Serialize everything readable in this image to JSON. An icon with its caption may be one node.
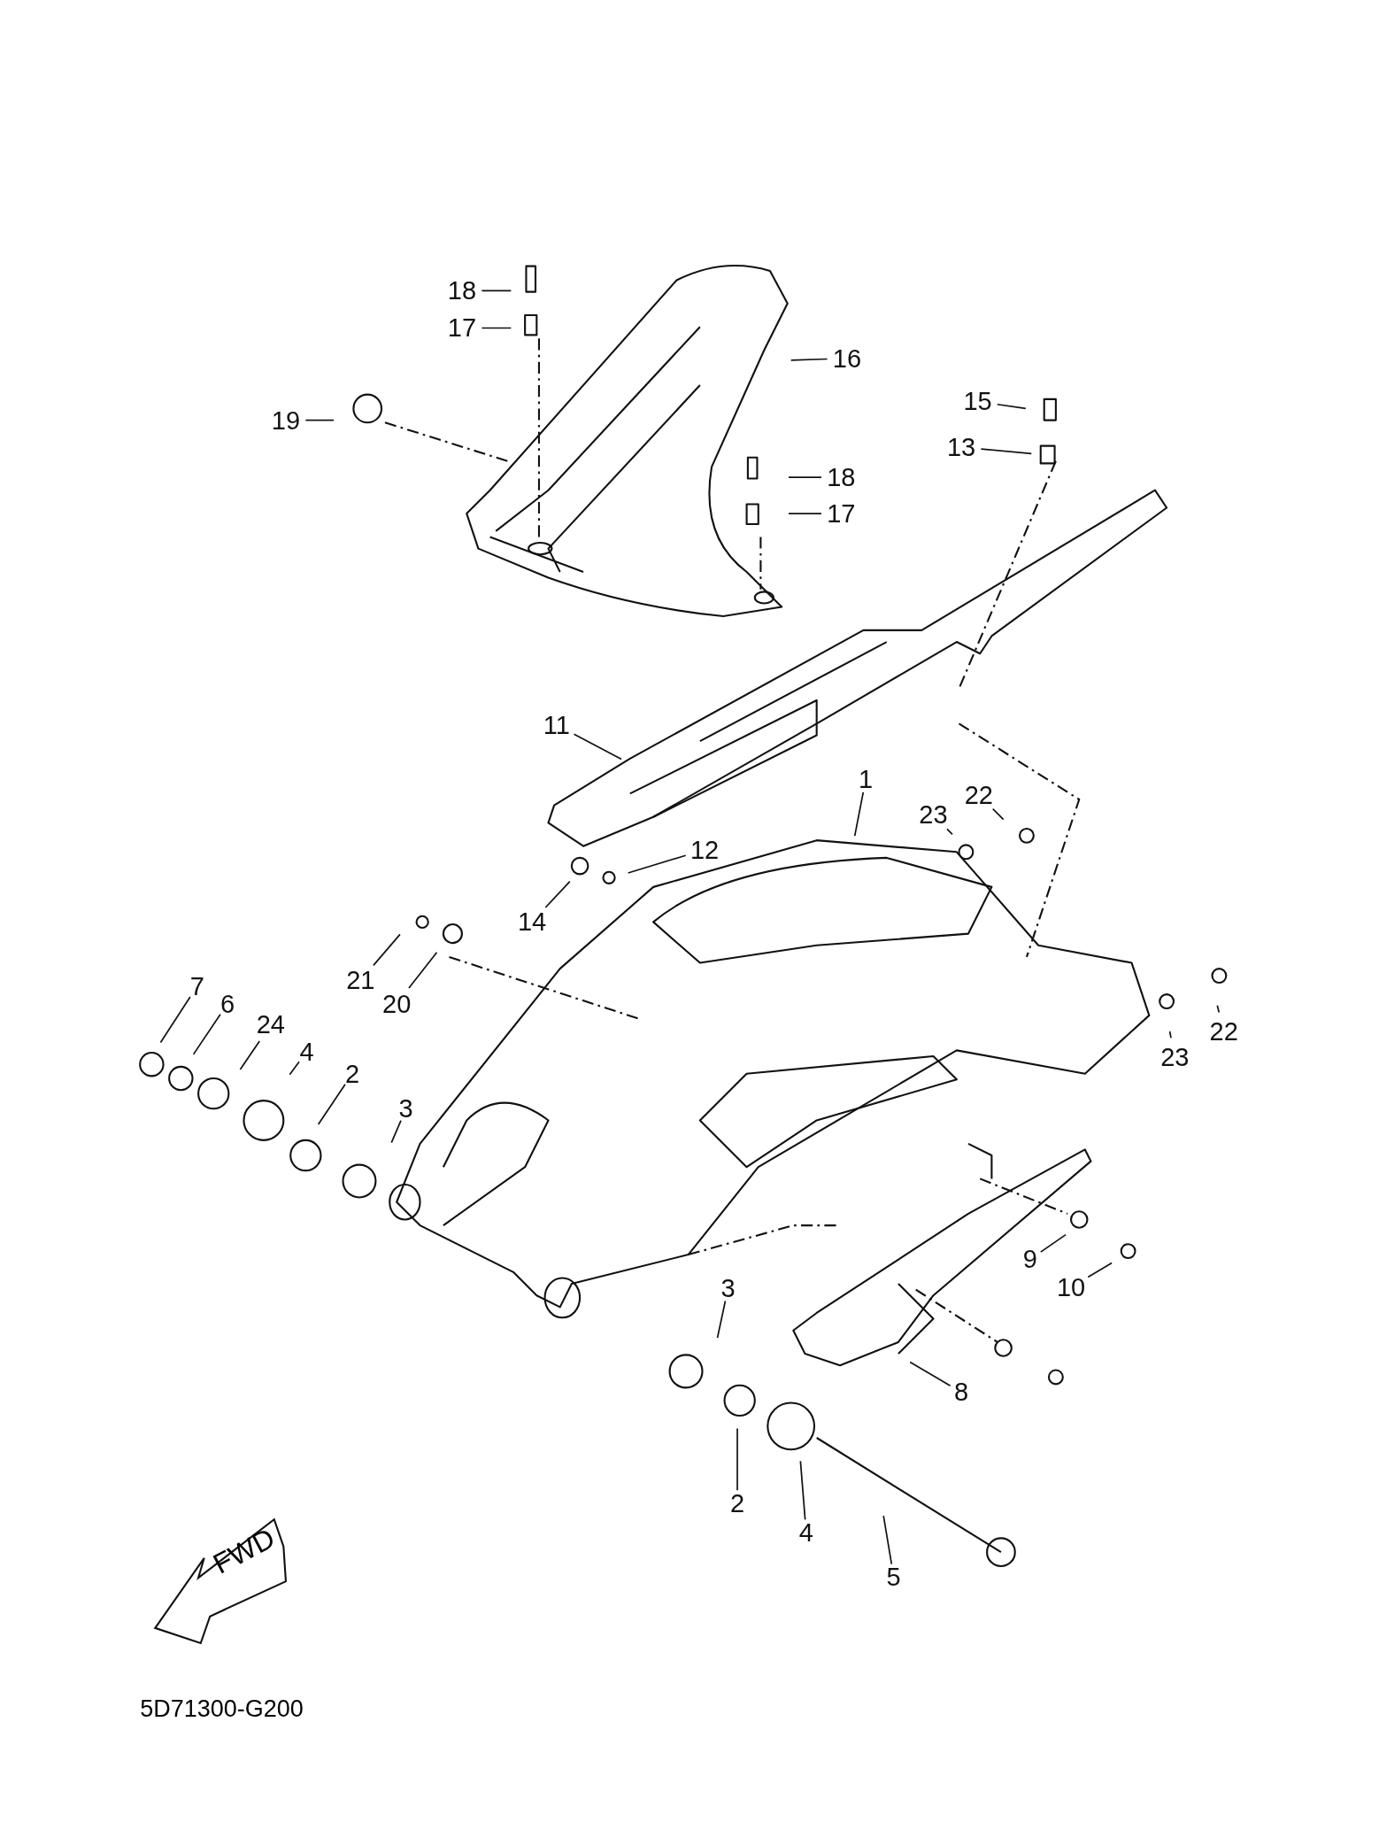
{
  "diagram": {
    "nodes": [
      {
        "text": [
          "18"
        ]
      },
      {
        "text": [
          "17"
        ]
      },
      {
        "text": [
          "16"
        ]
      },
      {
        "text": [
          "19"
        ]
      },
      {
        "text": [
          "15"
        ]
      },
      {
        "text": [
          "13"
        ]
      },
      {
        "text": [
          "18"
        ]
      },
      {
        "text": [
          "17"
        ]
      },
      {
        "text": [
          "11"
        ]
      },
      {
        "text": [
          "1"
        ]
      },
      {
        "text": [
          "22"
        ]
      },
      {
        "text": [
          "23"
        ]
      },
      {
        "text": [
          "12"
        ]
      },
      {
        "text": [
          "14"
        ]
      },
      {
        "text": [
          "21"
        ]
      },
      {
        "text": [
          "20"
        ]
      },
      {
        "text": [
          "7"
        ]
      },
      {
        "text": [
          "6"
        ]
      },
      {
        "text": [
          "24"
        ]
      },
      {
        "text": [
          "4"
        ]
      },
      {
        "text": [
          "2"
        ]
      },
      {
        "text": [
          "3"
        ]
      },
      {
        "text": [
          "22"
        ]
      },
      {
        "text": [
          "23"
        ]
      },
      {
        "text": [
          "9"
        ]
      },
      {
        "text": [
          "10"
        ]
      },
      {
        "text": [
          "3"
        ]
      },
      {
        "text": [
          "8"
        ]
      },
      {
        "text": [
          "2"
        ]
      },
      {
        "text": [
          "4"
        ]
      },
      {
        "text": [
          "5"
        ]
      }
    ],
    "edges": [
      {
        "from": 0,
        "to": null,
        "arrow": "none"
      },
      {
        "from": 1,
        "to": null,
        "arrow": "none"
      },
      {
        "from": 2,
        "to": null,
        "arrow": "none"
      },
      {
        "from": 3,
        "to": null,
        "arrow": "none"
      },
      {
        "from": 4,
        "to": null,
        "arrow": "none"
      },
      {
        "from": 5,
        "to": null,
        "arrow": "none"
      },
      {
        "from": 6,
        "to": null,
        "arrow": "none"
      },
      {
        "from": 7,
        "to": null,
        "arrow": "none"
      },
      {
        "from": 8,
        "to": null,
        "arrow": "none"
      },
      {
        "from": 9,
        "to": null,
        "arrow": "none"
      },
      {
        "from": 10,
        "to": null,
        "arrow": "none"
      },
      {
        "from": 11,
        "to": null,
        "arrow": "none"
      },
      {
        "from": 12,
        "to": null,
        "arrow": "none"
      },
      {
        "from": 13,
        "to": null,
        "arrow": "none"
      },
      {
        "from": 14,
        "to": null,
        "arrow": "none"
      },
      {
        "from": 15,
        "to": null,
        "arrow": "none"
      },
      {
        "from": 16,
        "to": null,
        "arrow": "none"
      },
      {
        "from": 17,
        "to": null,
        "arrow": "none"
      },
      {
        "from": 18,
        "to": null,
        "arrow": "none"
      },
      {
        "from": 19,
        "to": null,
        "arrow": "none"
      },
      {
        "from": 20,
        "to": null,
        "arrow": "none"
      },
      {
        "from": 21,
        "to": null,
        "arrow": "none"
      },
      {
        "from": 22,
        "to": null,
        "arrow": "none"
      },
      {
        "from": 23,
        "to": null,
        "arrow": "none"
      },
      {
        "from": 24,
        "to": null,
        "arrow": "none"
      },
      {
        "from": 25,
        "to": null,
        "arrow": "none"
      },
      {
        "from": 26,
        "to": null,
        "arrow": "none"
      },
      {
        "from": 27,
        "to": null,
        "arrow": "none"
      },
      {
        "from": 28,
        "to": null,
        "arrow": "none"
      },
      {
        "from": 29,
        "to": null,
        "arrow": "none"
      },
      {
        "from": 30,
        "to": null,
        "arrow": "none"
      }
    ],
    "labels": [
      "FWD",
      "5D71300-G200"
    ]
  }
}
